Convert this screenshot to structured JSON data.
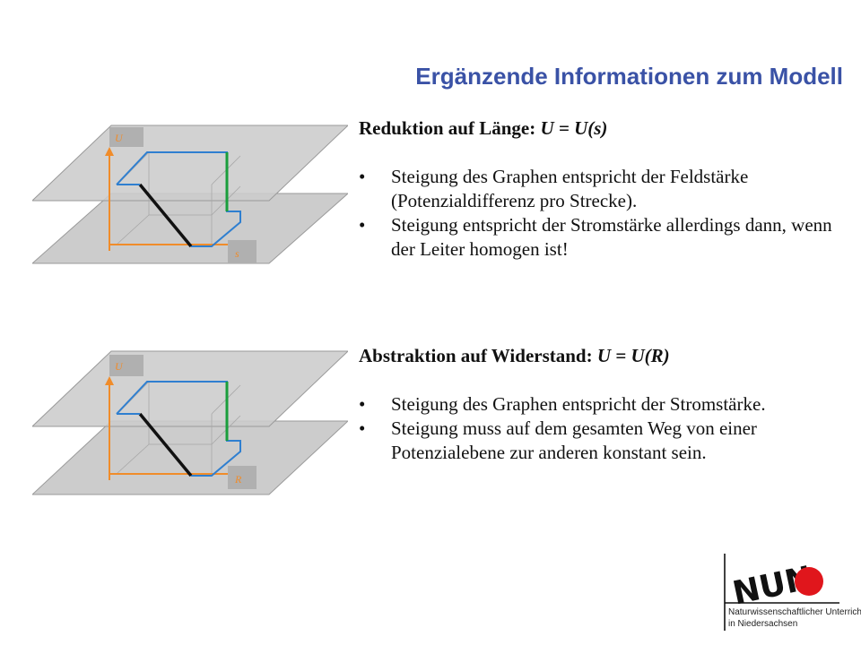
{
  "title": "Ergänzende Informationen zum Modell",
  "sections": [
    {
      "heading_prefix": "Reduktion auf Länge: ",
      "heading_formula": "U = U(s)",
      "bullets": [
        "Steigung des Graphen entspricht der Feldstärke (Potenzialdifferenz pro Strecke).",
        "Steigung entspricht der Stromstärke allerdings dann, wenn der Leiter homogen ist!"
      ],
      "diagram": {
        "y_axis_label": "U",
        "x_axis_label": "s"
      }
    },
    {
      "heading_prefix": "Abstraktion auf Widerstand: ",
      "heading_formula": "U = U(R)",
      "bullets": [
        "Steigung des Graphen entspricht der Stromstärke.",
        "Steigung muss auf dem gesamten Weg von einer Potenzialebene zur anderen konstant sein."
      ],
      "diagram": {
        "y_axis_label": "U",
        "x_axis_label": "R"
      }
    }
  ],
  "logo": {
    "wordmark": "NUN",
    "line1": "Naturwissenschaftlicher Unterricht",
    "line2": "in Niedersachsen"
  },
  "colors": {
    "title": "#3a52a6",
    "plane": "#cccccc",
    "axis": "#f08c2a",
    "path_blue": "#2f7fd0",
    "path_green": "#1a9e3c",
    "label_box": "#b0b0b0",
    "logo_dot": "#e0161c"
  }
}
